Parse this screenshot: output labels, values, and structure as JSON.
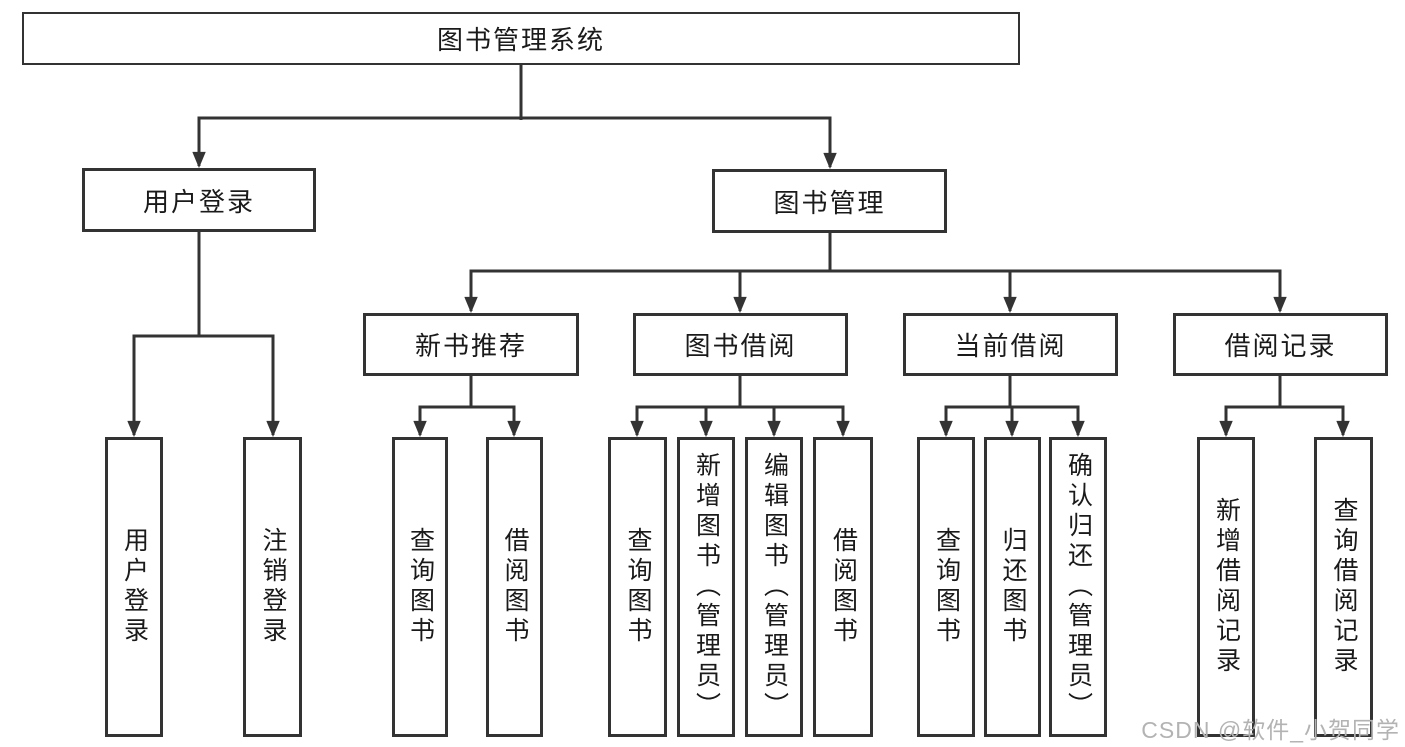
{
  "colors": {
    "line": "#333333",
    "text": "#1a1a1a",
    "watermark": "#b3b3b3",
    "background": "#ffffff"
  },
  "watermark": {
    "text": "CSDN @软件_小贺同学"
  },
  "root": {
    "label": "图书管理系统"
  },
  "branches": [
    {
      "label": "用户登录",
      "leaves": [
        {
          "label": "用户登录"
        },
        {
          "label": "注销登录"
        }
      ]
    },
    {
      "label": "图书管理",
      "groups": [
        {
          "label": "新书推荐",
          "leaves": [
            {
              "label": "查询图书"
            },
            {
              "label": "借阅图书"
            }
          ]
        },
        {
          "label": "图书借阅",
          "leaves": [
            {
              "label": "查询图书"
            },
            {
              "label": "新增图书（管理员）"
            },
            {
              "label": "编辑图书（管理员）"
            },
            {
              "label": "借阅图书"
            }
          ]
        },
        {
          "label": "当前借阅",
          "leaves": [
            {
              "label": "查询图书"
            },
            {
              "label": "归还图书"
            },
            {
              "label": "确认归还（管理员）"
            }
          ]
        },
        {
          "label": "借阅记录",
          "leaves": [
            {
              "label": "新增借阅记录"
            },
            {
              "label": "查询借阅记录"
            }
          ]
        }
      ]
    }
  ]
}
